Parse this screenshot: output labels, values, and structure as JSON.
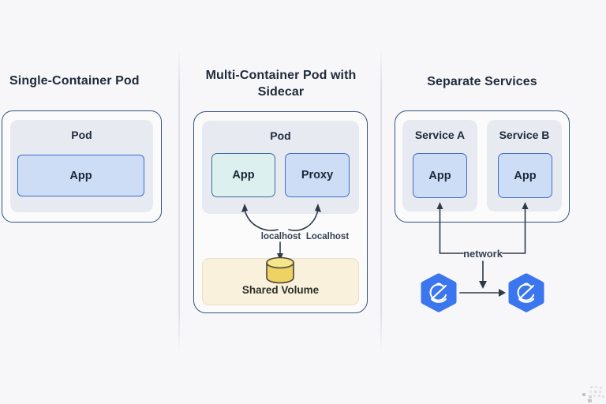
{
  "panels": {
    "single": {
      "title": "Single-Container Pod",
      "pod_label": "Pod",
      "app_label": "App"
    },
    "sidecar": {
      "title_line1": "Multi-Container Pod with",
      "title_line2": "Sidecar",
      "pod_label": "Pod",
      "app_label": "App",
      "proxy_label": "Proxy",
      "localhost_label_left": "localhost",
      "localhost_label_right": "Localhost",
      "shared_volume_label": "Shared Volume"
    },
    "services": {
      "title": "Separate Services",
      "service_a_label": "Service A",
      "service_a_app_label": "App",
      "service_b_label": "Service B",
      "service_b_app_label": "App",
      "network_label": "network"
    }
  },
  "icons": {
    "volume": "database-cylinder-icon",
    "service_node_left": "kubernetes-hexagon-icon",
    "service_node_right": "kubernetes-hexagon-icon"
  },
  "colors": {
    "background": "#f7f7f9",
    "title_text": "#202b3b",
    "outer_border": "#33547c",
    "pod_fill": "#e8eaf1",
    "app_blue_fill": "#cdddf6",
    "app_blue_border": "#3d6fc9",
    "app_cyan_fill": "#dcf1ef",
    "app_cyan_border": "#3a6b9e",
    "volume_fill": "#faf1dd",
    "cylinder_yellow": "#eed264",
    "cylinder_top": "#f6e68a",
    "hexagon_blue": "#3b76ee",
    "line_color": "#2e3947"
  }
}
